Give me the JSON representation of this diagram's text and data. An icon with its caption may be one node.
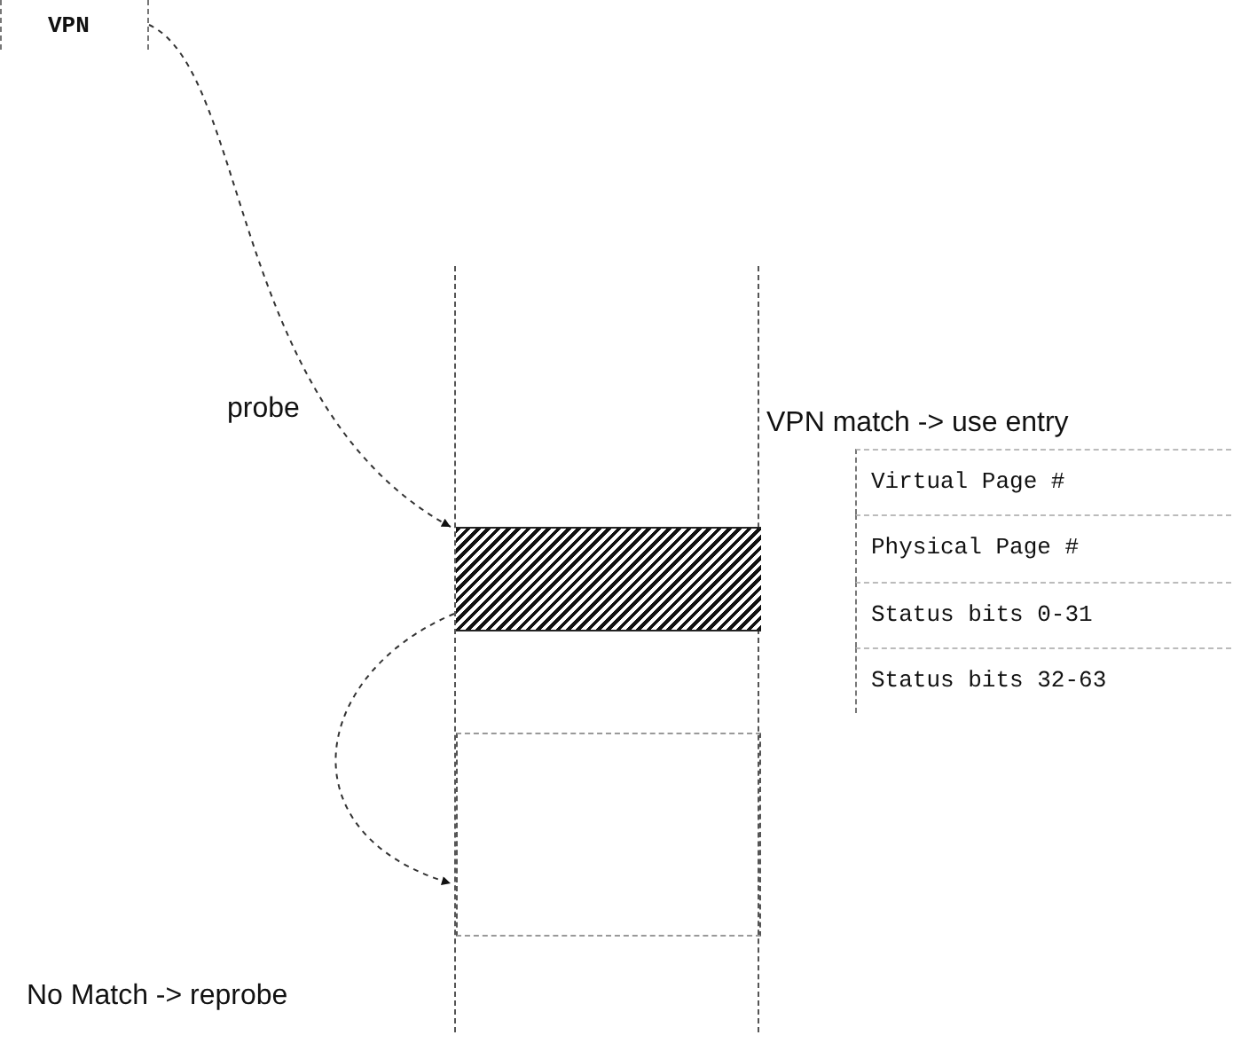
{
  "diagram": {
    "nodes": [
      {
        "text": [
          "VPN"
        ]
      },
      {
        "text": [],
        "shape": "box"
      },
      {
        "text": [],
        "shape": "bar",
        "in": 1
      },
      {
        "text": [],
        "shape": "box",
        "in": 1
      },
      {
        "text": [
          "VPN match -> use entry"
        ]
      },
      {
        "text": [
          "Virtual Page #"
        ],
        "in": 4
      },
      {
        "text": [
          "Physical Page #"
        ],
        "in": 4
      },
      {
        "text": [
          "Status bits 0-31"
        ],
        "in": 4
      },
      {
        "text": [
          "Status bits 32-63"
        ],
        "in": 4
      }
    ],
    "edges": [
      {
        "from": 0,
        "to": 2,
        "arrow": "to",
        "label": "probe",
        "style": "dashed"
      },
      {
        "from": 2,
        "to": 3,
        "arrow": "to",
        "style": "dashed"
      }
    ],
    "labels": [
      "No Match -> reprobe"
    ]
  }
}
